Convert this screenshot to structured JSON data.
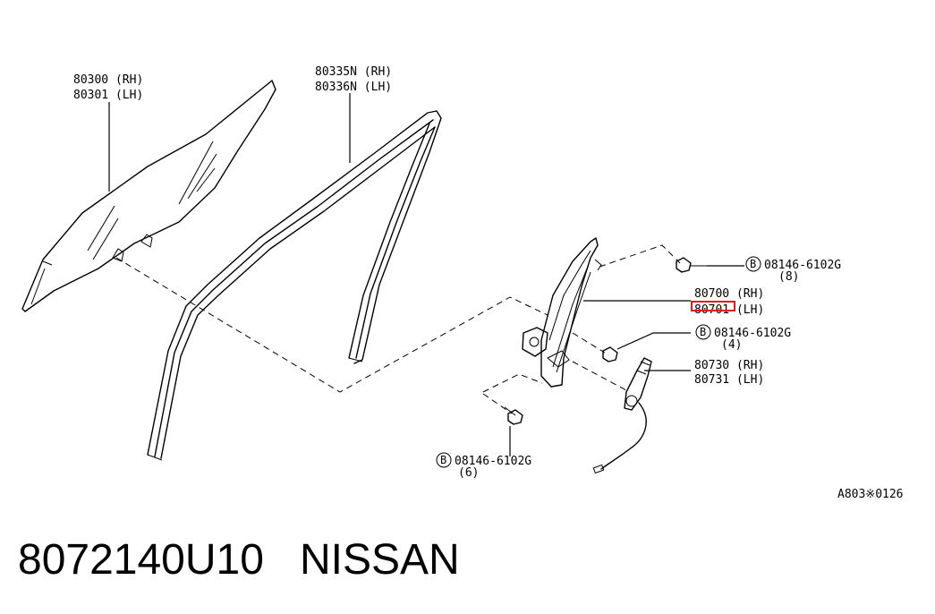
{
  "labels": {
    "glass_rh": "80300 (RH)",
    "glass_lh": "80301 (LH)",
    "sash_rh": "80335N (RH)",
    "sash_lh": "80336N (LH)",
    "reg_rh": "80700 (RH)",
    "reg_lh": "80701 (LH)",
    "motor_rh": "80730 (RH)",
    "motor_lh": "80731 (LH)",
    "bolt_top": "08146-6102G",
    "bolt_top_qty": "(8)",
    "bolt_mid": "08146-6102G",
    "bolt_mid_qty": "(4)",
    "bolt_bottom": "08146-6102G",
    "bolt_bottom_qty": "(6)",
    "bolt_marker": "B",
    "diagram_code": "A803※0126"
  },
  "highlight_color": "#e0191f",
  "caption": {
    "part_number": "8072140U10",
    "brand": "NISSAN"
  }
}
